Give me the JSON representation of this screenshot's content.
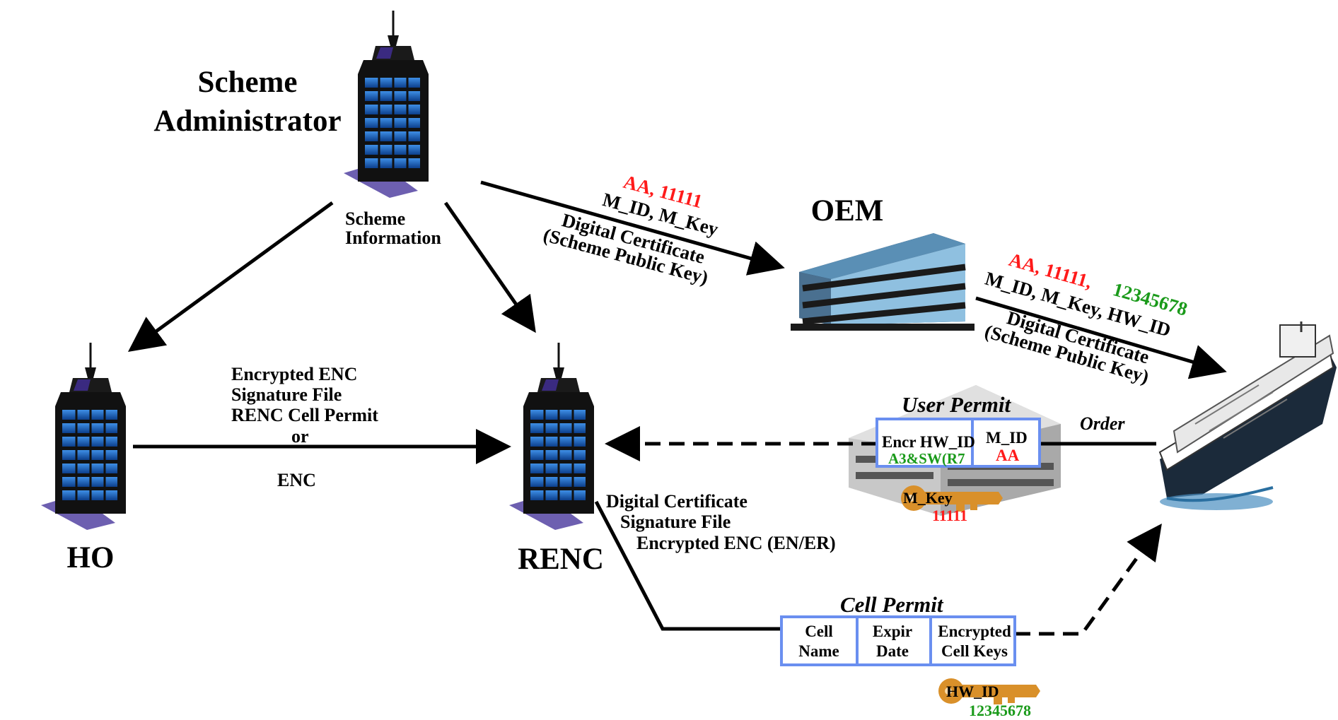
{
  "entities": {
    "scheme_admin": [
      "Scheme",
      "Administrator"
    ],
    "scheme_info": [
      "Scheme",
      "Information"
    ],
    "oem": "OEM",
    "ho": "HO",
    "renc": "RENC"
  },
  "flows": {
    "sa_to_oem": {
      "values": "AA, 11111",
      "fields": "M_ID, M_Key",
      "cert": [
        "Digital Certificate",
        "(Scheme Public Key)"
      ]
    },
    "oem_to_ship": {
      "values_red": "AA, 11111,",
      "values_green": "12345678",
      "fields": "M_ID, M_Key, HW_ID",
      "cert": [
        "Digital Certificate",
        "(Scheme Public Key)"
      ]
    },
    "ho_to_renc": [
      "Encrypted ENC",
      "Signature File",
      "RENC Cell Permit",
      "or",
      "ENC"
    ],
    "renc_to_ship": [
      "Digital Certificate",
      "Signature File",
      "Encrypted ENC (EN/ER)"
    ]
  },
  "user_permit": {
    "title": "User Permit",
    "cell1_top": "Encr HW_ID",
    "cell1_bottom": "A3&SW(R7",
    "cell2_top": "M_ID",
    "cell2_bottom": "AA",
    "order": "Order",
    "key_label": "M_Key",
    "key_value": "11111"
  },
  "cell_permit": {
    "title": "Cell Permit",
    "cells": [
      [
        "Cell",
        "Name"
      ],
      [
        "Expir",
        "Date"
      ],
      [
        "Encrypted",
        "Cell Keys"
      ]
    ],
    "key_label": "HW_ID",
    "key_value": "12345678"
  },
  "colors": {
    "red": "#ff1a1a",
    "green": "#1a9a1a",
    "permit_border": "#6a8ff0",
    "key": "#d9902a"
  }
}
